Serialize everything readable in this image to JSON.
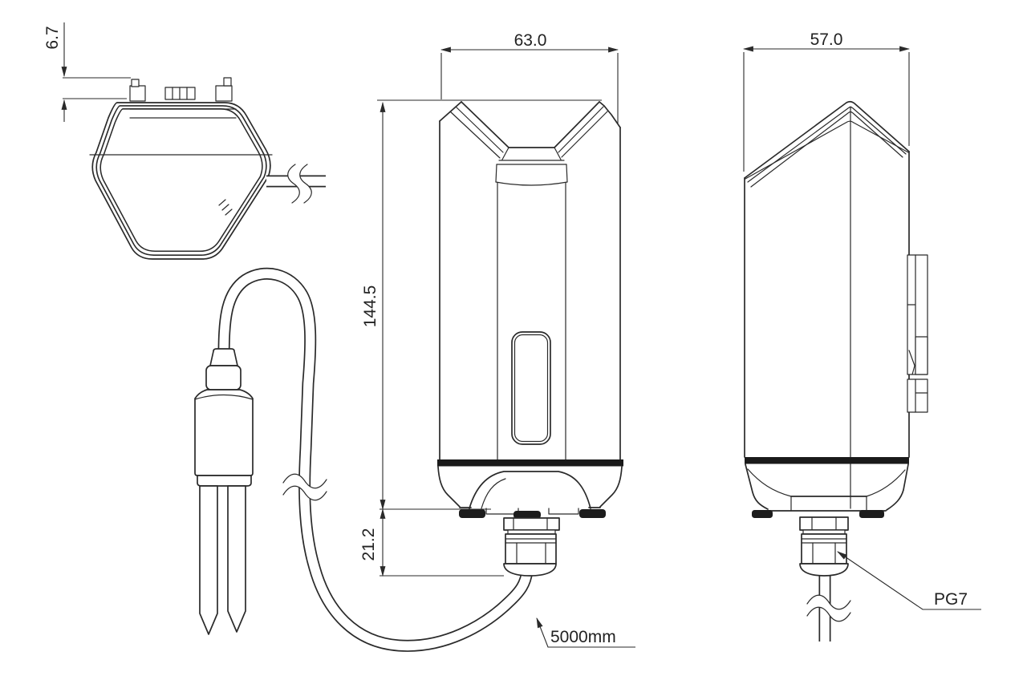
{
  "drawing": {
    "type": "technical-dimension-drawing",
    "dimensions": {
      "tab_height": "6.7",
      "front_width": "63.0",
      "side_width": "57.0",
      "body_height": "144.5",
      "bottom_section_height": "21.2",
      "cable_length": "5000mm",
      "gland_label": "PG7"
    },
    "colors": {
      "line": "#2a2a2a",
      "band": "#1a1a1a",
      "background": "#ffffff"
    }
  }
}
